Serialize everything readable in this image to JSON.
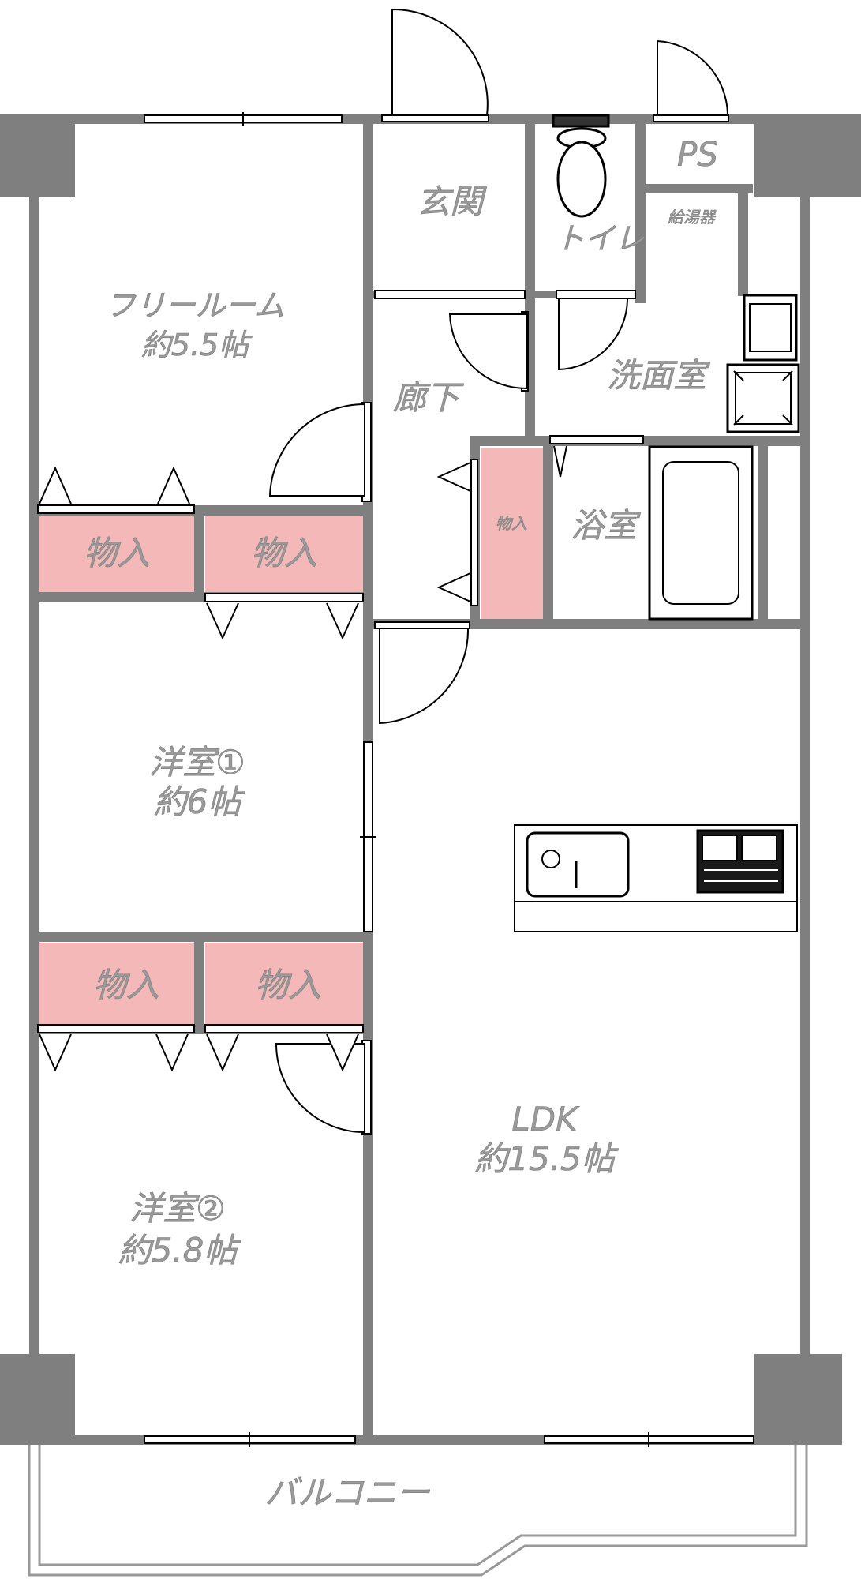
{
  "rooms": {
    "free_room": {
      "name": "フリールーム",
      "size": "約5.5帖"
    },
    "western_room_1": {
      "name": "洋室①",
      "size": "約6帖"
    },
    "western_room_2": {
      "name": "洋室②",
      "size": "約5.8帖"
    },
    "ldk": {
      "name": "LDK",
      "size": "約15.5帖"
    },
    "genkan": {
      "name": "玄関"
    },
    "toilet": {
      "name": "トイレ"
    },
    "ps": {
      "name": "PS"
    },
    "water_heater": {
      "name": "給湯器"
    },
    "washroom": {
      "name": "洗面室"
    },
    "hallway": {
      "name": "廊下"
    },
    "bathroom": {
      "name": "浴室"
    },
    "balcony": {
      "name": "バルコニー"
    }
  },
  "closets": {
    "label": "物入",
    "hall_closet_label": "物入"
  },
  "colors": {
    "wall": "#7f7f7f",
    "closet_fill": "#f4b8b8",
    "line": "#000000",
    "text": "#9a9a9a"
  }
}
